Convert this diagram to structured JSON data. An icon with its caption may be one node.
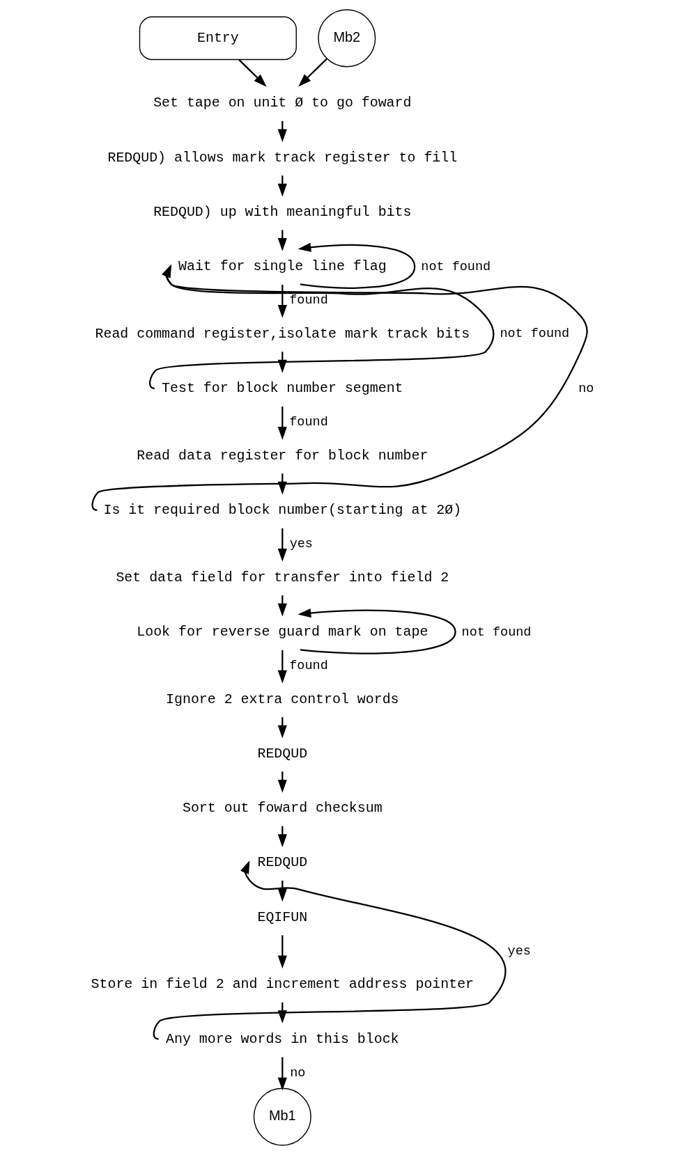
{
  "diagram": {
    "nodes": [
      {
        "text": [
          "Entry"
        ]
      },
      {
        "text": [
          "Mb2"
        ]
      },
      {
        "text": [
          "Set tape on unit Ø to go foward"
        ]
      },
      {
        "text": [
          "REDQUD) allows mark track register to fill"
        ]
      },
      {
        "text": [
          "REDQUD) up with meaningful bits"
        ]
      },
      {
        "text": [
          "Wait for single line flag"
        ]
      },
      {
        "text": [
          "Read command register,isolate mark track bits"
        ]
      },
      {
        "text": [
          "Test for block number segment"
        ]
      },
      {
        "text": [
          "Read data register for block number"
        ]
      },
      {
        "text": [
          "Is it required block number(starting at 2Ø)"
        ]
      },
      {
        "text": [
          "Set data field for transfer into field 2"
        ]
      },
      {
        "text": [
          "Look for reverse guard mark on tape"
        ]
      },
      {
        "text": [
          "Ignore 2 extra control words"
        ]
      },
      {
        "text": [
          "REDQUD"
        ]
      },
      {
        "text": [
          "Sort out foward checksum"
        ]
      },
      {
        "text": [
          "REDQUD"
        ]
      },
      {
        "text": [
          "EQIFUN"
        ]
      },
      {
        "text": [
          "Store in field 2 and increment address pointer"
        ]
      },
      {
        "text": [
          "Any more words in this block"
        ]
      },
      {
        "text": [
          "Mb1"
        ]
      }
    ],
    "edges": [
      {
        "from": 0,
        "to": 2,
        "arrow": "to"
      },
      {
        "from": 1,
        "to": 2,
        "arrow": "to"
      },
      {
        "from": 2,
        "to": 3,
        "arrow": "to"
      },
      {
        "from": 3,
        "to": 4,
        "arrow": "to"
      },
      {
        "from": 4,
        "to": 5,
        "arrow": "to"
      },
      {
        "from": 5,
        "to": 5,
        "label": "not found",
        "arrow": "to"
      },
      {
        "from": 5,
        "to": 6,
        "label": "found",
        "arrow": "to"
      },
      {
        "from": 6,
        "to": 7,
        "arrow": "to"
      },
      {
        "from": 7,
        "to": 5,
        "label": "not found",
        "arrow": "to"
      },
      {
        "from": 7,
        "to": 8,
        "label": "found",
        "arrow": "to"
      },
      {
        "from": 8,
        "to": 9,
        "arrow": "to"
      },
      {
        "from": 9,
        "to": 5,
        "label": "no",
        "arrow": "to"
      },
      {
        "from": 9,
        "to": 10,
        "label": "yes",
        "arrow": "to"
      },
      {
        "from": 10,
        "to": 11,
        "arrow": "to"
      },
      {
        "from": 11,
        "to": 11,
        "label": "not found",
        "arrow": "to"
      },
      {
        "from": 11,
        "to": 12,
        "label": "found",
        "arrow": "to"
      },
      {
        "from": 12,
        "to": 13,
        "arrow": "to"
      },
      {
        "from": 13,
        "to": 14,
        "arrow": "to"
      },
      {
        "from": 14,
        "to": 15,
        "arrow": "to"
      },
      {
        "from": 15,
        "to": 16,
        "arrow": "to"
      },
      {
        "from": 16,
        "to": 17,
        "arrow": "to"
      },
      {
        "from": 17,
        "to": 18,
        "arrow": "to"
      },
      {
        "from": 18,
        "to": 15,
        "label": "yes",
        "arrow": "to"
      },
      {
        "from": 18,
        "to": 19,
        "label": "no",
        "arrow": "to"
      }
    ]
  }
}
